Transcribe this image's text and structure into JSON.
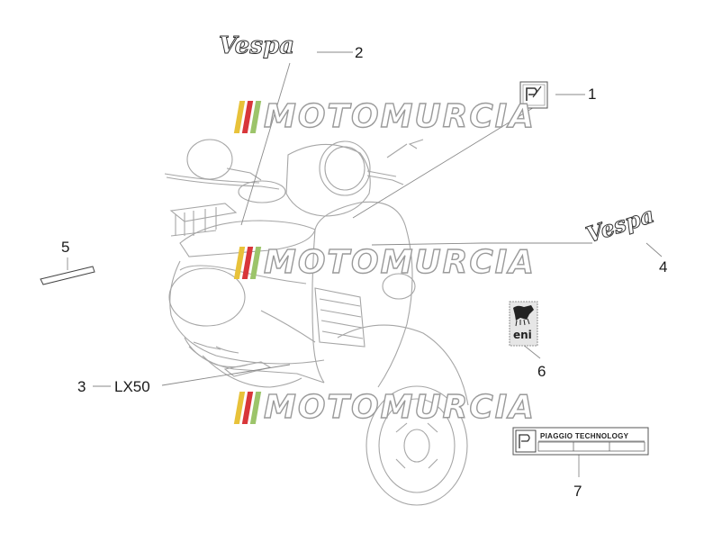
{
  "callouts": {
    "c1": "1",
    "c2": "2",
    "c3": "3",
    "c3_text": "LX50",
    "c4": "4",
    "c5": "5",
    "c6": "6",
    "c7": "7"
  },
  "watermark": {
    "text": "MOTOMURCIA",
    "stripe_colors": [
      "#e8c23a",
      "#d8363a",
      "#9cc46a"
    ]
  },
  "decals": {
    "vespa_logo": "Vespa",
    "eni_text": "eni",
    "piaggio_technology": "PIAGGIO TECHNOLOGY"
  },
  "icons": {
    "piaggio_badge": "piaggio-logo-icon",
    "eni_dog": "eni-six-legged-dog-icon"
  },
  "colors": {
    "scooter_outline": "#9a9a9a",
    "leader_line": "#8a8a8a",
    "text": "#1a1a1a"
  }
}
